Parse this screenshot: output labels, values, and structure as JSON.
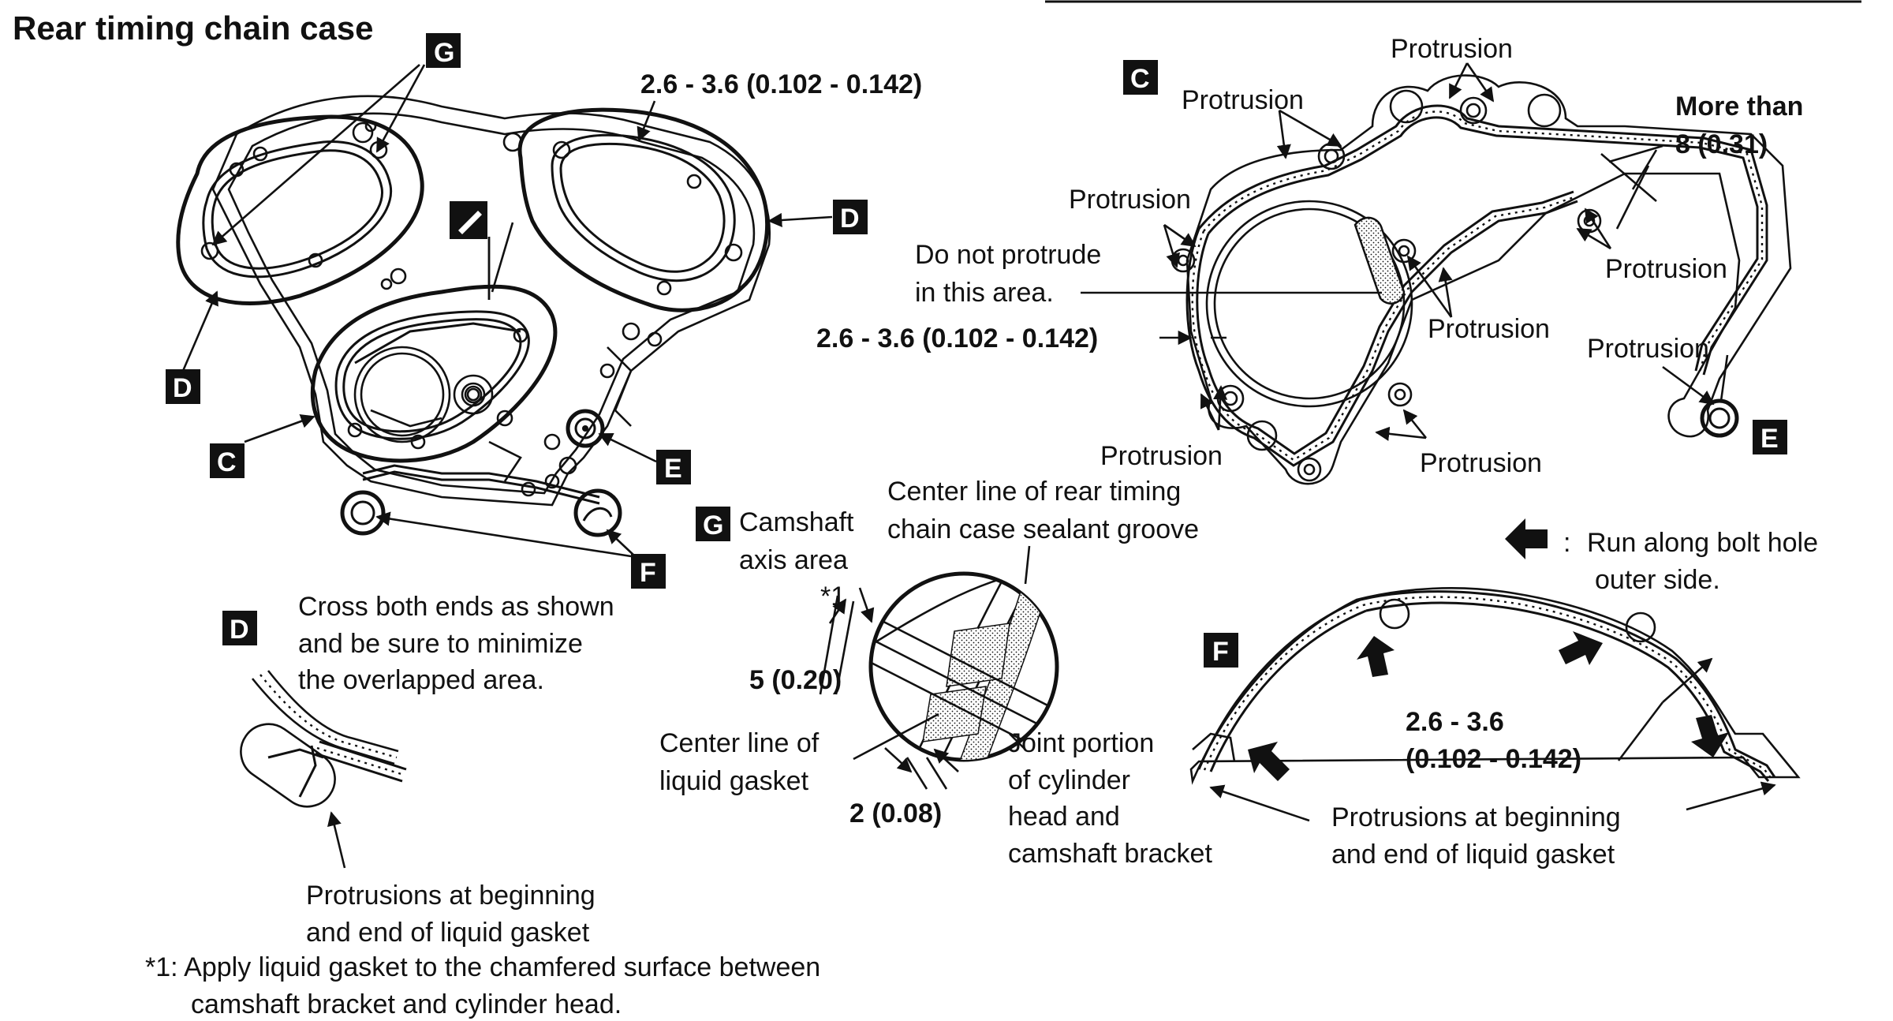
{
  "title": "Rear timing chain case",
  "labels": {
    "C": "C",
    "D": "D",
    "E": "E",
    "F": "F",
    "G": "G"
  },
  "main": {
    "dimension": "2.6 - 3.6 (0.102 - 0.142)"
  },
  "detail_c": {
    "protrusion": "Protrusion",
    "more_than_line1": "More than",
    "more_than_line2": "8 (0.31)",
    "no_protrude_line1": "Do not protrude",
    "no_protrude_line2": "in this area.",
    "dimension": "2.6 - 3.6 (0.102 - 0.142)"
  },
  "detail_g": {
    "camshaft_line1": "Camshaft",
    "camshaft_line2": "axis area",
    "centerline_line1": "Center line of rear timing",
    "centerline_line2": "chain case sealant groove",
    "star1": "*1",
    "dim_5": "5 (0.20)",
    "gasket_line1": "Center line of",
    "gasket_line2": "liquid gasket",
    "dim_2": "2 (0.08)",
    "joint_line1": "Joint portion",
    "joint_line2": "of cylinder",
    "joint_line3": "head and",
    "joint_line4": "camshaft bracket"
  },
  "detail_d": {
    "text_line1": "Cross both ends as shown",
    "text_line2": "and be sure to minimize",
    "text_line3": "the overlapped area.",
    "protrusions_line1": "Protrusions at beginning",
    "protrusions_line2": "and end of liquid gasket"
  },
  "detail_f": {
    "legend_colon": ":",
    "legend_line1": "Run along bolt hole",
    "legend_line2": "outer side.",
    "dim_line1": "2.6 - 3.6",
    "dim_line2": "(0.102 - 0.142)",
    "protrusions_line1": "Protrusions at beginning",
    "protrusions_line2": "and end of liquid gasket"
  },
  "footnote": {
    "line1": "*1: Apply liquid gasket to the chamfered surface between",
    "line2": "camshaft bracket and cylinder head."
  }
}
